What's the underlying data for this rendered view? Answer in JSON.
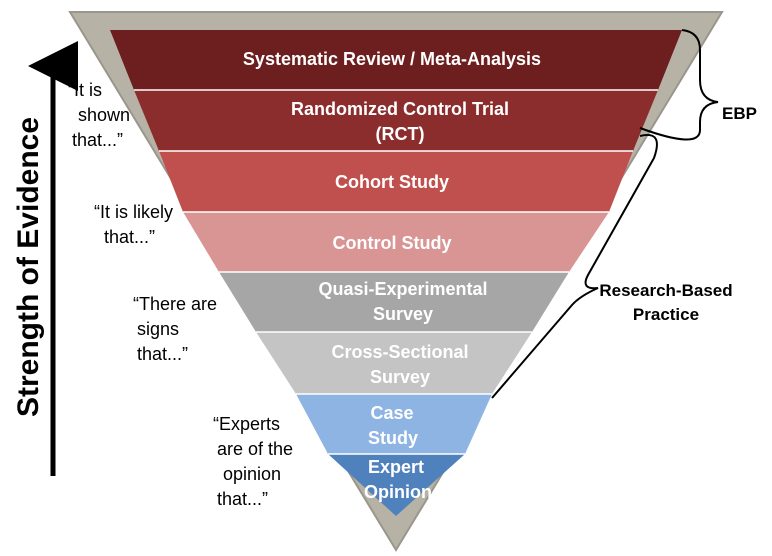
{
  "colors": {
    "outer_triangle": "#b7b2a6",
    "outer_border": "#9a968c",
    "level_1": "#6d1f1f",
    "level_2": "#8c2d2d",
    "level_3": "#c0504d",
    "level_4": "#d99594",
    "level_5": "#a6a6a6",
    "level_6": "#c4c4c4",
    "level_7": "#8eb4e3",
    "level_8": "#4f81bd",
    "arrow": "#000000"
  },
  "axis_title": "Strength of Evidence",
  "levels": [
    {
      "line1": "Systematic Review / Meta-Analysis",
      "line2": ""
    },
    {
      "line1": "Randomized Control Trial",
      "line2": "(RCT)"
    },
    {
      "line1": "Cohort Study",
      "line2": ""
    },
    {
      "line1": "Control Study",
      "line2": ""
    },
    {
      "line1": "Quasi-Experimental",
      "line2": "Survey"
    },
    {
      "line1": "Cross-Sectional",
      "line2": "Survey"
    },
    {
      "line1": "Case",
      "line2": "Study"
    },
    {
      "line1": "Expert",
      "line2": "Opinion"
    }
  ],
  "quotes": [
    {
      "lines": [
        "“It is",
        "shown",
        "that...”"
      ]
    },
    {
      "lines": [
        "“It is likely",
        "that...”"
      ]
    },
    {
      "lines": [
        "“There are",
        "signs",
        "that...”"
      ]
    },
    {
      "lines": [
        "“Experts",
        "are of the",
        "opinion",
        "that...”"
      ]
    }
  ],
  "brackets": [
    {
      "line1": "EBP",
      "line2": ""
    },
    {
      "line1": "Research-Based",
      "line2": "Practice"
    }
  ]
}
